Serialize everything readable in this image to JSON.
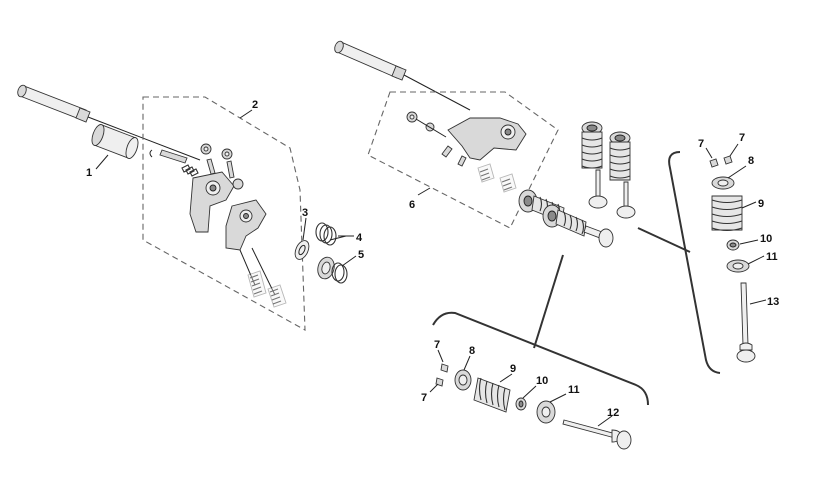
{
  "diagram": {
    "callouts": {
      "c1": "1",
      "c2": "2",
      "c3": "3",
      "c4": "4",
      "c5": "5",
      "c6": "6",
      "c7a": "7",
      "c7b": "7",
      "c8a": "8",
      "c9a": "9",
      "c10a": "10",
      "c11a": "11",
      "c12": "12",
      "c7c": "7",
      "c7d": "7",
      "c8b": "8",
      "c9b": "9",
      "c10b": "10",
      "c11b": "11",
      "c13": "13"
    }
  }
}
